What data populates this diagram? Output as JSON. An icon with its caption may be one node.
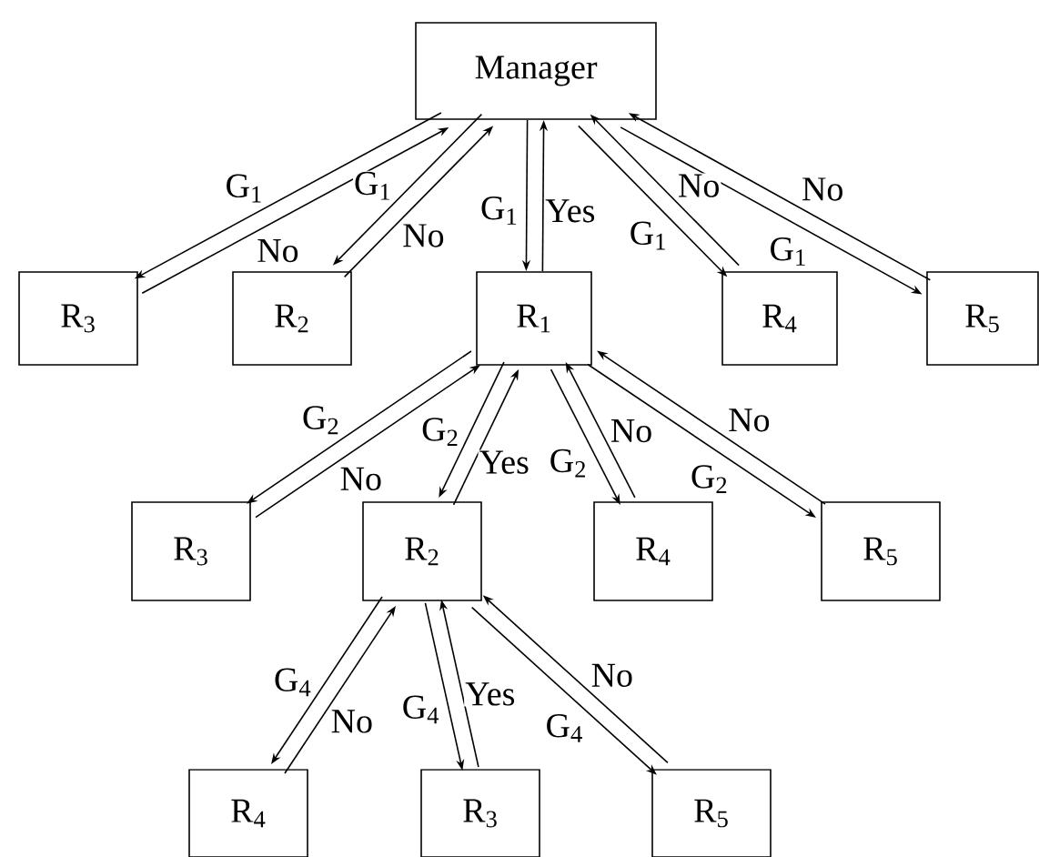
{
  "diagram": {
    "nodes": [
      {
        "text": [
          "Manager"
        ]
      },
      {
        "text": [
          "R$_{3}$"
        ]
      },
      {
        "text": [
          "R$_{2}$"
        ]
      },
      {
        "text": [
          "R$_{1}$"
        ]
      },
      {
        "text": [
          "R$_{4}$"
        ]
      },
      {
        "text": [
          "R$_{5}$"
        ]
      },
      {
        "text": [
          "R$_{3}$"
        ]
      },
      {
        "text": [
          "R$_{2}$"
        ]
      },
      {
        "text": [
          "R$_{4}$"
        ]
      },
      {
        "text": [
          "R$_{5}$"
        ]
      },
      {
        "text": [
          "R$_{4}$"
        ]
      },
      {
        "text": [
          "R$_{3}$"
        ]
      },
      {
        "text": [
          "R$_{5}$"
        ]
      }
    ],
    "edges": [
      {
        "from": 0,
        "to": 1,
        "arrow": "to",
        "label": "G$_{1}$"
      },
      {
        "from": 1,
        "to": 0,
        "arrow": "to",
        "label": "No"
      },
      {
        "from": 0,
        "to": 2,
        "arrow": "to",
        "label": "G$_{1}$"
      },
      {
        "from": 2,
        "to": 0,
        "arrow": "to",
        "label": "No"
      },
      {
        "from": 0,
        "to": 3,
        "arrow": "to",
        "label": "G$_{1}$"
      },
      {
        "from": 3,
        "to": 0,
        "arrow": "to",
        "label": "Yes"
      },
      {
        "from": 0,
        "to": 4,
        "arrow": "to",
        "label": "G$_{1}$"
      },
      {
        "from": 4,
        "to": 0,
        "arrow": "to",
        "label": "No"
      },
      {
        "from": 0,
        "to": 5,
        "arrow": "to",
        "label": "G$_{1}$"
      },
      {
        "from": 5,
        "to": 0,
        "arrow": "to",
        "label": "No"
      },
      {
        "from": 3,
        "to": 6,
        "arrow": "to",
        "label": "G$_{2}$"
      },
      {
        "from": 6,
        "to": 3,
        "arrow": "to",
        "label": "No"
      },
      {
        "from": 3,
        "to": 7,
        "arrow": "to",
        "label": "G$_{2}$"
      },
      {
        "from": 7,
        "to": 3,
        "arrow": "to",
        "label": "Yes"
      },
      {
        "from": 3,
        "to": 8,
        "arrow": "to",
        "label": "G$_{2}$"
      },
      {
        "from": 8,
        "to": 3,
        "arrow": "to",
        "label": "No"
      },
      {
        "from": 3,
        "to": 9,
        "arrow": "to",
        "label": "G$_{2}$"
      },
      {
        "from": 9,
        "to": 3,
        "arrow": "to",
        "label": "No"
      },
      {
        "from": 7,
        "to": 10,
        "arrow": "to",
        "label": "G$_{4}$"
      },
      {
        "from": 10,
        "to": 7,
        "arrow": "to",
        "label": "No"
      },
      {
        "from": 7,
        "to": 11,
        "arrow": "to",
        "label": "G$_{4}$"
      },
      {
        "from": 11,
        "to": 7,
        "arrow": "to",
        "label": "Yes"
      },
      {
        "from": 7,
        "to": 12,
        "arrow": "to",
        "label": "G$_{4}$"
      },
      {
        "from": 12,
        "to": 7,
        "arrow": "to",
        "label": "No"
      }
    ]
  }
}
